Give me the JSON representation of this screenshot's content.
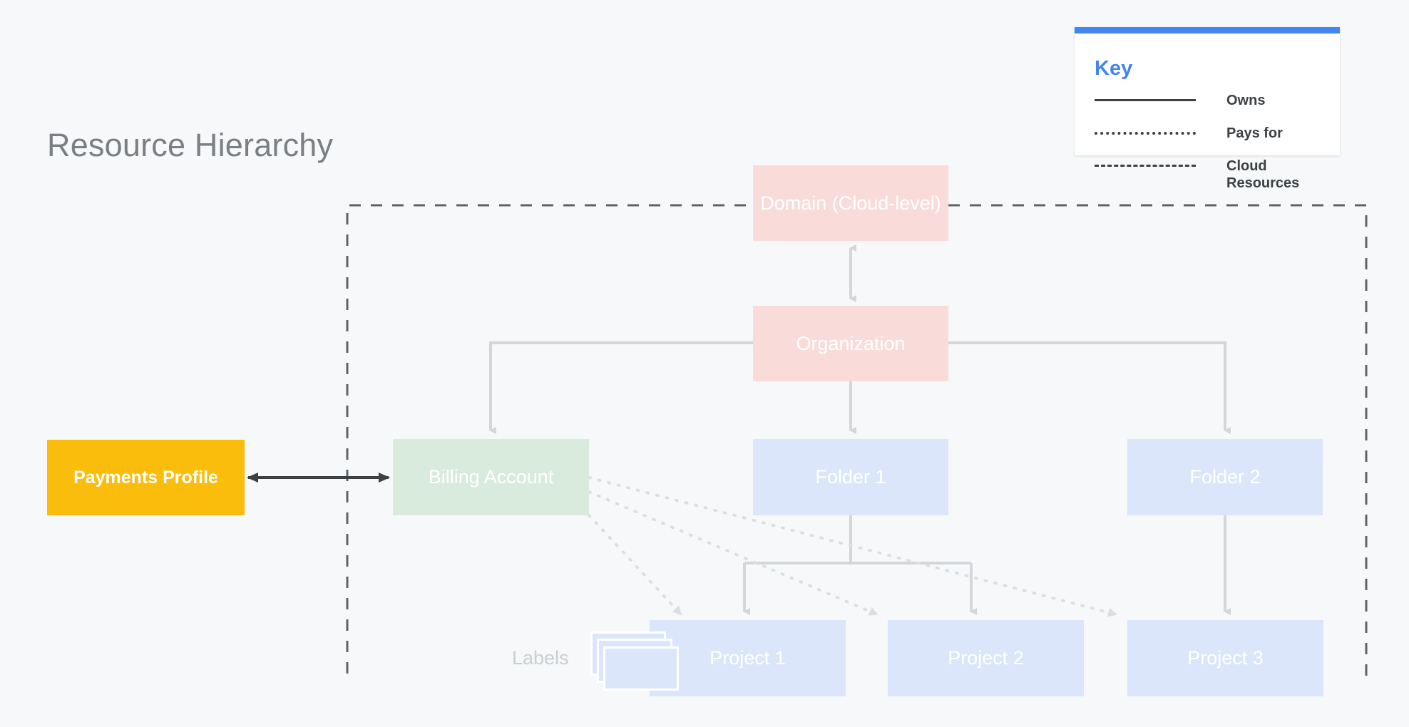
{
  "page": {
    "title": "Resource Hierarchy",
    "background_color": "#f6f8f9"
  },
  "key": {
    "heading": "Key",
    "accent_color": "#4285f4",
    "entries": [
      {
        "style": "solid",
        "label": "Owns"
      },
      {
        "style": "dotted",
        "label": "Pays for"
      },
      {
        "style": "dashed",
        "label": "Cloud Resources"
      }
    ]
  },
  "nodes": {
    "domain": {
      "label": "Domain (Cloud-level)",
      "color": "#f9dcda"
    },
    "organization": {
      "label": "Organization",
      "color": "#f9dcda"
    },
    "billing": {
      "label": "Billing Account",
      "color": "#d9ebdc"
    },
    "folder1": {
      "label": "Folder 1",
      "color": "#dbe6fa"
    },
    "folder2": {
      "label": "Folder 2",
      "color": "#dbe6fa"
    },
    "project1": {
      "label": "Project 1",
      "color": "#dbe6fa"
    },
    "project2": {
      "label": "Project 2",
      "color": "#dbe6fa"
    },
    "project3": {
      "label": "Project 3",
      "color": "#dbe6fa"
    },
    "payments": {
      "label": "Payments Profile",
      "color": "#fabd0c"
    },
    "labels": {
      "label": "Labels",
      "color": "#c9ced2"
    }
  },
  "connectors": {
    "owns_color": "#d4d7da",
    "pays_for_color": "#dcdfe2",
    "cloud_boundary_color": "#5f6368",
    "payments_link_color": "#3c4043"
  }
}
